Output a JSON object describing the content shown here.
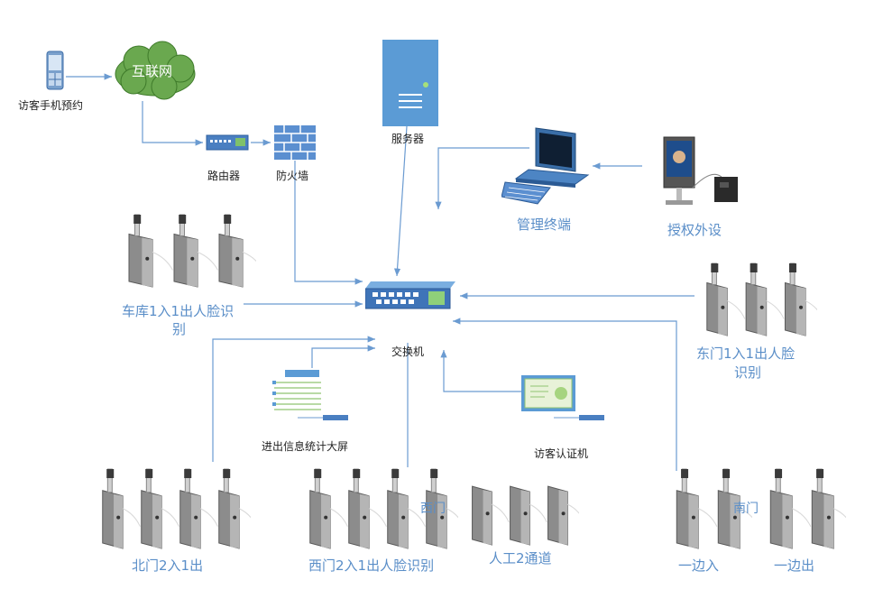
{
  "nodes": {
    "phone": "访客手机预约",
    "internet": "互联网",
    "router": "路由器",
    "firewall": "防火墙",
    "server": "服务器",
    "mgmt": "管理终端",
    "auth_device": "授权外设",
    "garage_line1": "车库1入1出人脸识",
    "garage_line2": "别",
    "east_line1": "东门1入1出人脸",
    "east_line2": "识别",
    "switch": "交换机",
    "big_screen": "进出信息统计大屏",
    "visitor_machine": "访客认证机",
    "north": "北门2入1出",
    "west": "西门2入1出人脸识别",
    "west_overlay": "西门",
    "manual": "人工2通道",
    "south": "南门",
    "one_in": "一边入",
    "one_out": "一边出"
  },
  "colors": {
    "line": "#6b9bd1",
    "accent_blue": "#5a8ec8",
    "cloud": "#6aa84f",
    "gate_body": "#8c8c8c"
  }
}
